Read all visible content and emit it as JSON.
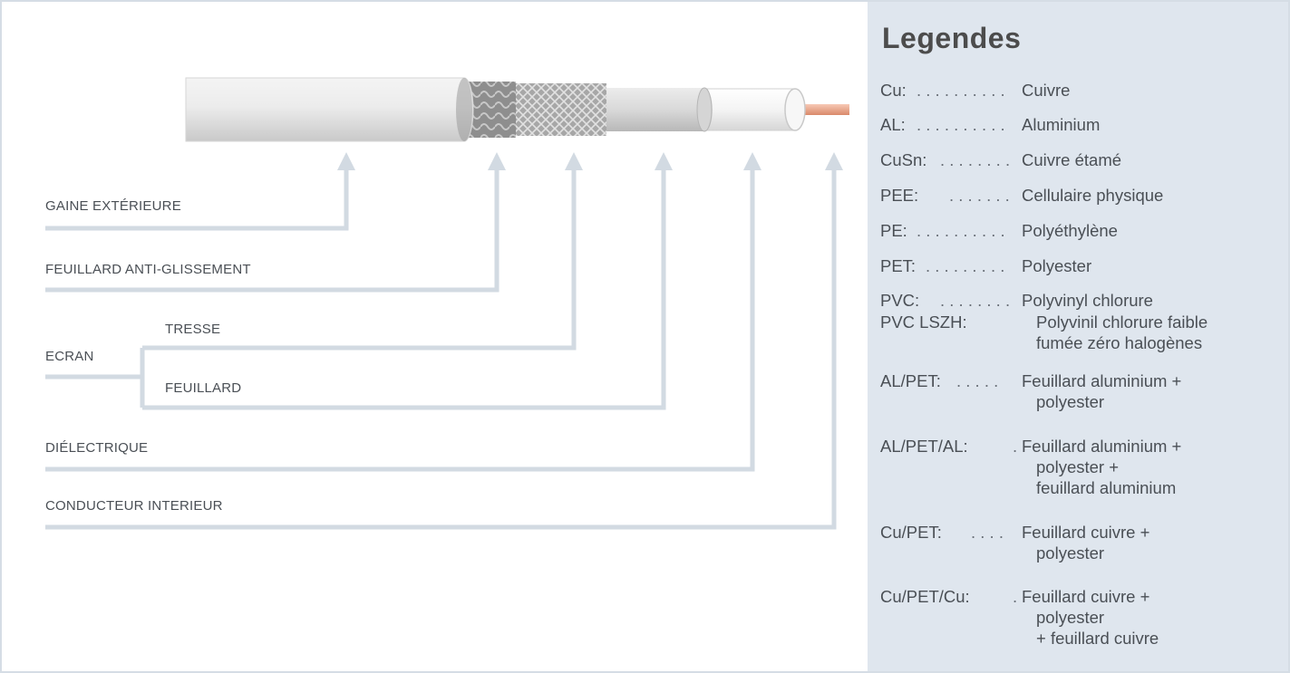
{
  "diagram": {
    "labels": {
      "gaine": "GAINE EXTÉRIEURE",
      "feuillard_anti": "FEUILLARD ANTI-GLISSEMENT",
      "tresse": "TRESSE",
      "ecran": "ECRAN",
      "feuillard": "FEUILLARD",
      "dielectrique": "DIÉLECTRIQUE",
      "conducteur": "CONDUCTEUR INTERIEUR"
    },
    "colors": {
      "jacket": "#e8e8e8",
      "braid": "#9a9a9a",
      "foil": "#d4d4d4",
      "dielectric": "#f3f3f3",
      "conductor": "#e8a88c",
      "arrows": "#d2dae2"
    }
  },
  "legend": {
    "title": "Legendes",
    "entries": [
      {
        "code": "Cu:",
        "dots": ". . . . . . . . . .",
        "desc": [
          "Cuivre"
        ]
      },
      {
        "code": "AL:",
        "dots": ". . . . . . . . . .",
        "desc": [
          "Aluminium"
        ]
      },
      {
        "code": "CuSn:",
        "dots": ". . . . . . . .",
        "desc": [
          "Cuivre étamé"
        ]
      },
      {
        "code": "PEE:",
        "dots": ". . . . . . .",
        "desc": [
          "Cellulaire physique"
        ]
      },
      {
        "code": "PE:",
        "dots": ". . . . . . . . . .",
        "desc": [
          "Polyéthylène"
        ]
      },
      {
        "code": "PET:",
        "dots": ". . . . . . . . .",
        "desc": [
          "Polyester"
        ]
      },
      {
        "code": "PVC:",
        "dots": ". . . . . . . .",
        "desc": [
          "Polyvinyl chlorure"
        ]
      },
      {
        "code": "PVC LSZH:",
        "dots": "",
        "desc": [
          "Polyvinil chlorure faible",
          "fumée zéro halogènes"
        ]
      },
      {
        "code": "AL/PET:",
        "dots": ". . . . .",
        "desc": [
          "Feuillard aluminium +",
          "polyester"
        ]
      },
      {
        "code": "AL/PET/AL:",
        "dots": ".",
        "desc": [
          "Feuillard aluminium +",
          "polyester +",
          "feuillard aluminium"
        ]
      },
      {
        "code": "Cu/PET:",
        "dots": ". . . .",
        "desc": [
          "Feuillard cuivre +",
          "polyester"
        ]
      },
      {
        "code": "Cu/PET/Cu:",
        "dots": ".",
        "desc": [
          "Feuillard cuivre +",
          "polyester",
          "+  feuillard cuivre"
        ]
      }
    ]
  }
}
